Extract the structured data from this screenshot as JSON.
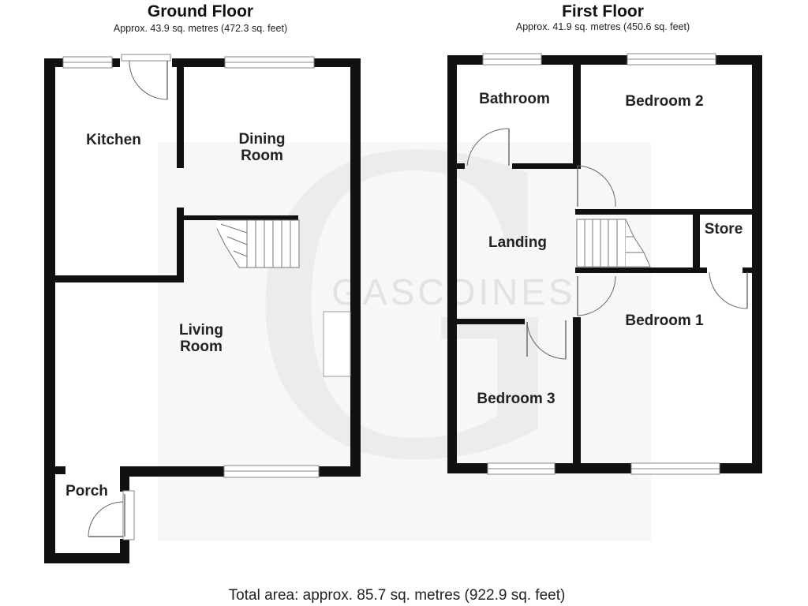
{
  "ground_floor": {
    "title": "Ground Floor",
    "area": "Approx. 43.9 sq. metres (472.3 sq. feet)",
    "rooms": {
      "kitchen": "Kitchen",
      "dining_line1": "Dining",
      "dining_line2": "Room",
      "living_line1": "Living",
      "living_line2": "Room",
      "porch": "Porch"
    }
  },
  "first_floor": {
    "title": "First Floor",
    "area": "Approx. 41.9 sq. metres (450.6 sq. feet)",
    "rooms": {
      "bathroom": "Bathroom",
      "bedroom2": "Bedroom 2",
      "store": "Store",
      "landing": "Landing",
      "bedroom1": "Bedroom 1",
      "bedroom3": "Bedroom 3"
    }
  },
  "watermark": {
    "letter": "G",
    "brand": "GASCOINES"
  },
  "total_area": "Total area: approx. 85.7 sq. metres (922.9 sq. feet)"
}
